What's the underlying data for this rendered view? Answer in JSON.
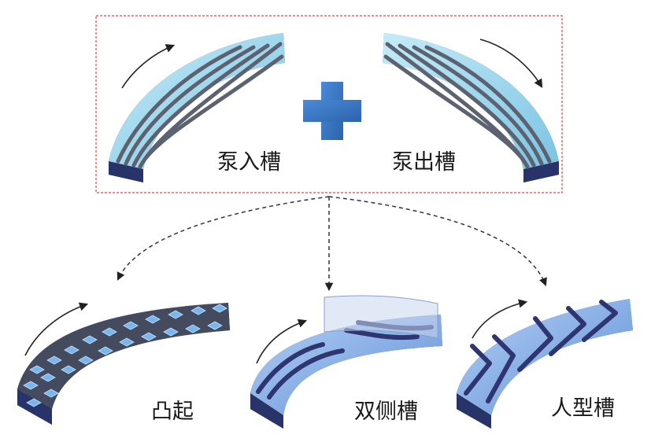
{
  "top_group": {
    "pump_in_label": "泵入槽",
    "pump_out_label": "泵出槽"
  },
  "bottom_group": {
    "bump_label": "凸起",
    "double_side_label": "双侧槽",
    "herringbone_label": "人型槽"
  },
  "colors": {
    "top_face": "#8fd0ea",
    "top_face_light": "#b9e6f5",
    "side_face": "#2f3a78",
    "side_face_dark": "#232b5c",
    "groove": "#6f7380",
    "bottom_face": "#6e9fe0",
    "bottom_face_light": "#a9c8f2",
    "plus": "#3b78c4",
    "frame": "#d94a4a",
    "arrow": "#222222"
  }
}
